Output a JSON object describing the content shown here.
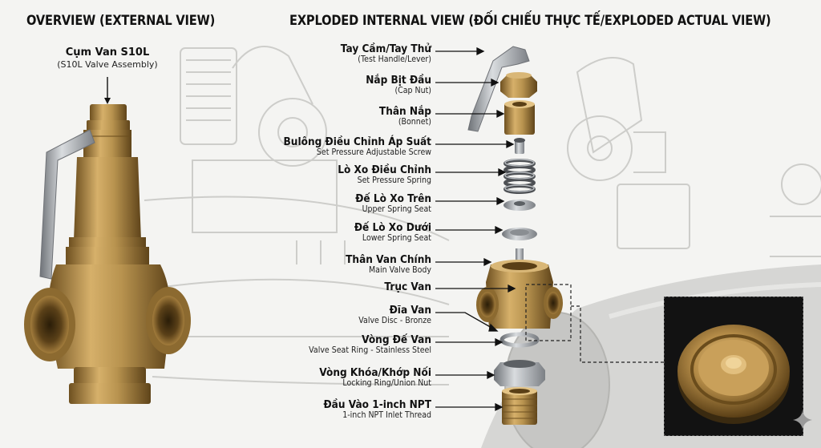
{
  "overview_heading": "OVERVIEW (EXTERNAL VIEW)",
  "exploded_heading": "EXPLODED INTERNAL VIEW (ĐỐI CHIẾU THỰC TẾ/EXPLODED ACTUAL VIEW)",
  "assembly": {
    "name_vi": "Cụm Van S10L",
    "name_en": "(S10L Valve Assembly)"
  },
  "parts": [
    {
      "vi": "Tay Cầm/Tay Thử",
      "en": "(Test Handle/Lever)"
    },
    {
      "vi": "Nắp Bịt Đầu",
      "en": "(Cap Nut)"
    },
    {
      "vi": "Thân Nắp",
      "en": "(Bonnet)"
    },
    {
      "vi": "Bulông Điều Chỉnh Áp Suất",
      "en": "Set Pressure Adjustable Screw"
    },
    {
      "vi": "Lò Xo Điều Chỉnh",
      "en": "Set Pressure Spring"
    },
    {
      "vi": "Đế Lò Xo Trên",
      "en": "Upper Spring Seat"
    },
    {
      "vi": "Đế Lò Xo Dưới",
      "en": "Lower Spring Seat"
    },
    {
      "vi": "Thân Van Chính",
      "en": "Main Valve Body"
    },
    {
      "vi": "Trục Van",
      "en": ""
    },
    {
      "vi": "Đĩa Van",
      "en": "Valve Disc - Bronze"
    },
    {
      "vi": "Vòng Đế Van",
      "en": "Valve Seat Ring - Stainless Steel"
    },
    {
      "vi": "Vòng Khóa/Khớp Nối",
      "en": "Locking Ring/Union Nut"
    },
    {
      "vi": "Đầu Vào 1-inch NPT",
      "en": "1-inch NPT Inlet Thread"
    }
  ],
  "colors": {
    "brass": "#b8934f",
    "brass_dark": "#7a5a26",
    "steel": "#a9adb1",
    "background": "#f4f4f2",
    "sketch": "#c9c9c6"
  },
  "icons": [
    "sparkle-icon"
  ]
}
